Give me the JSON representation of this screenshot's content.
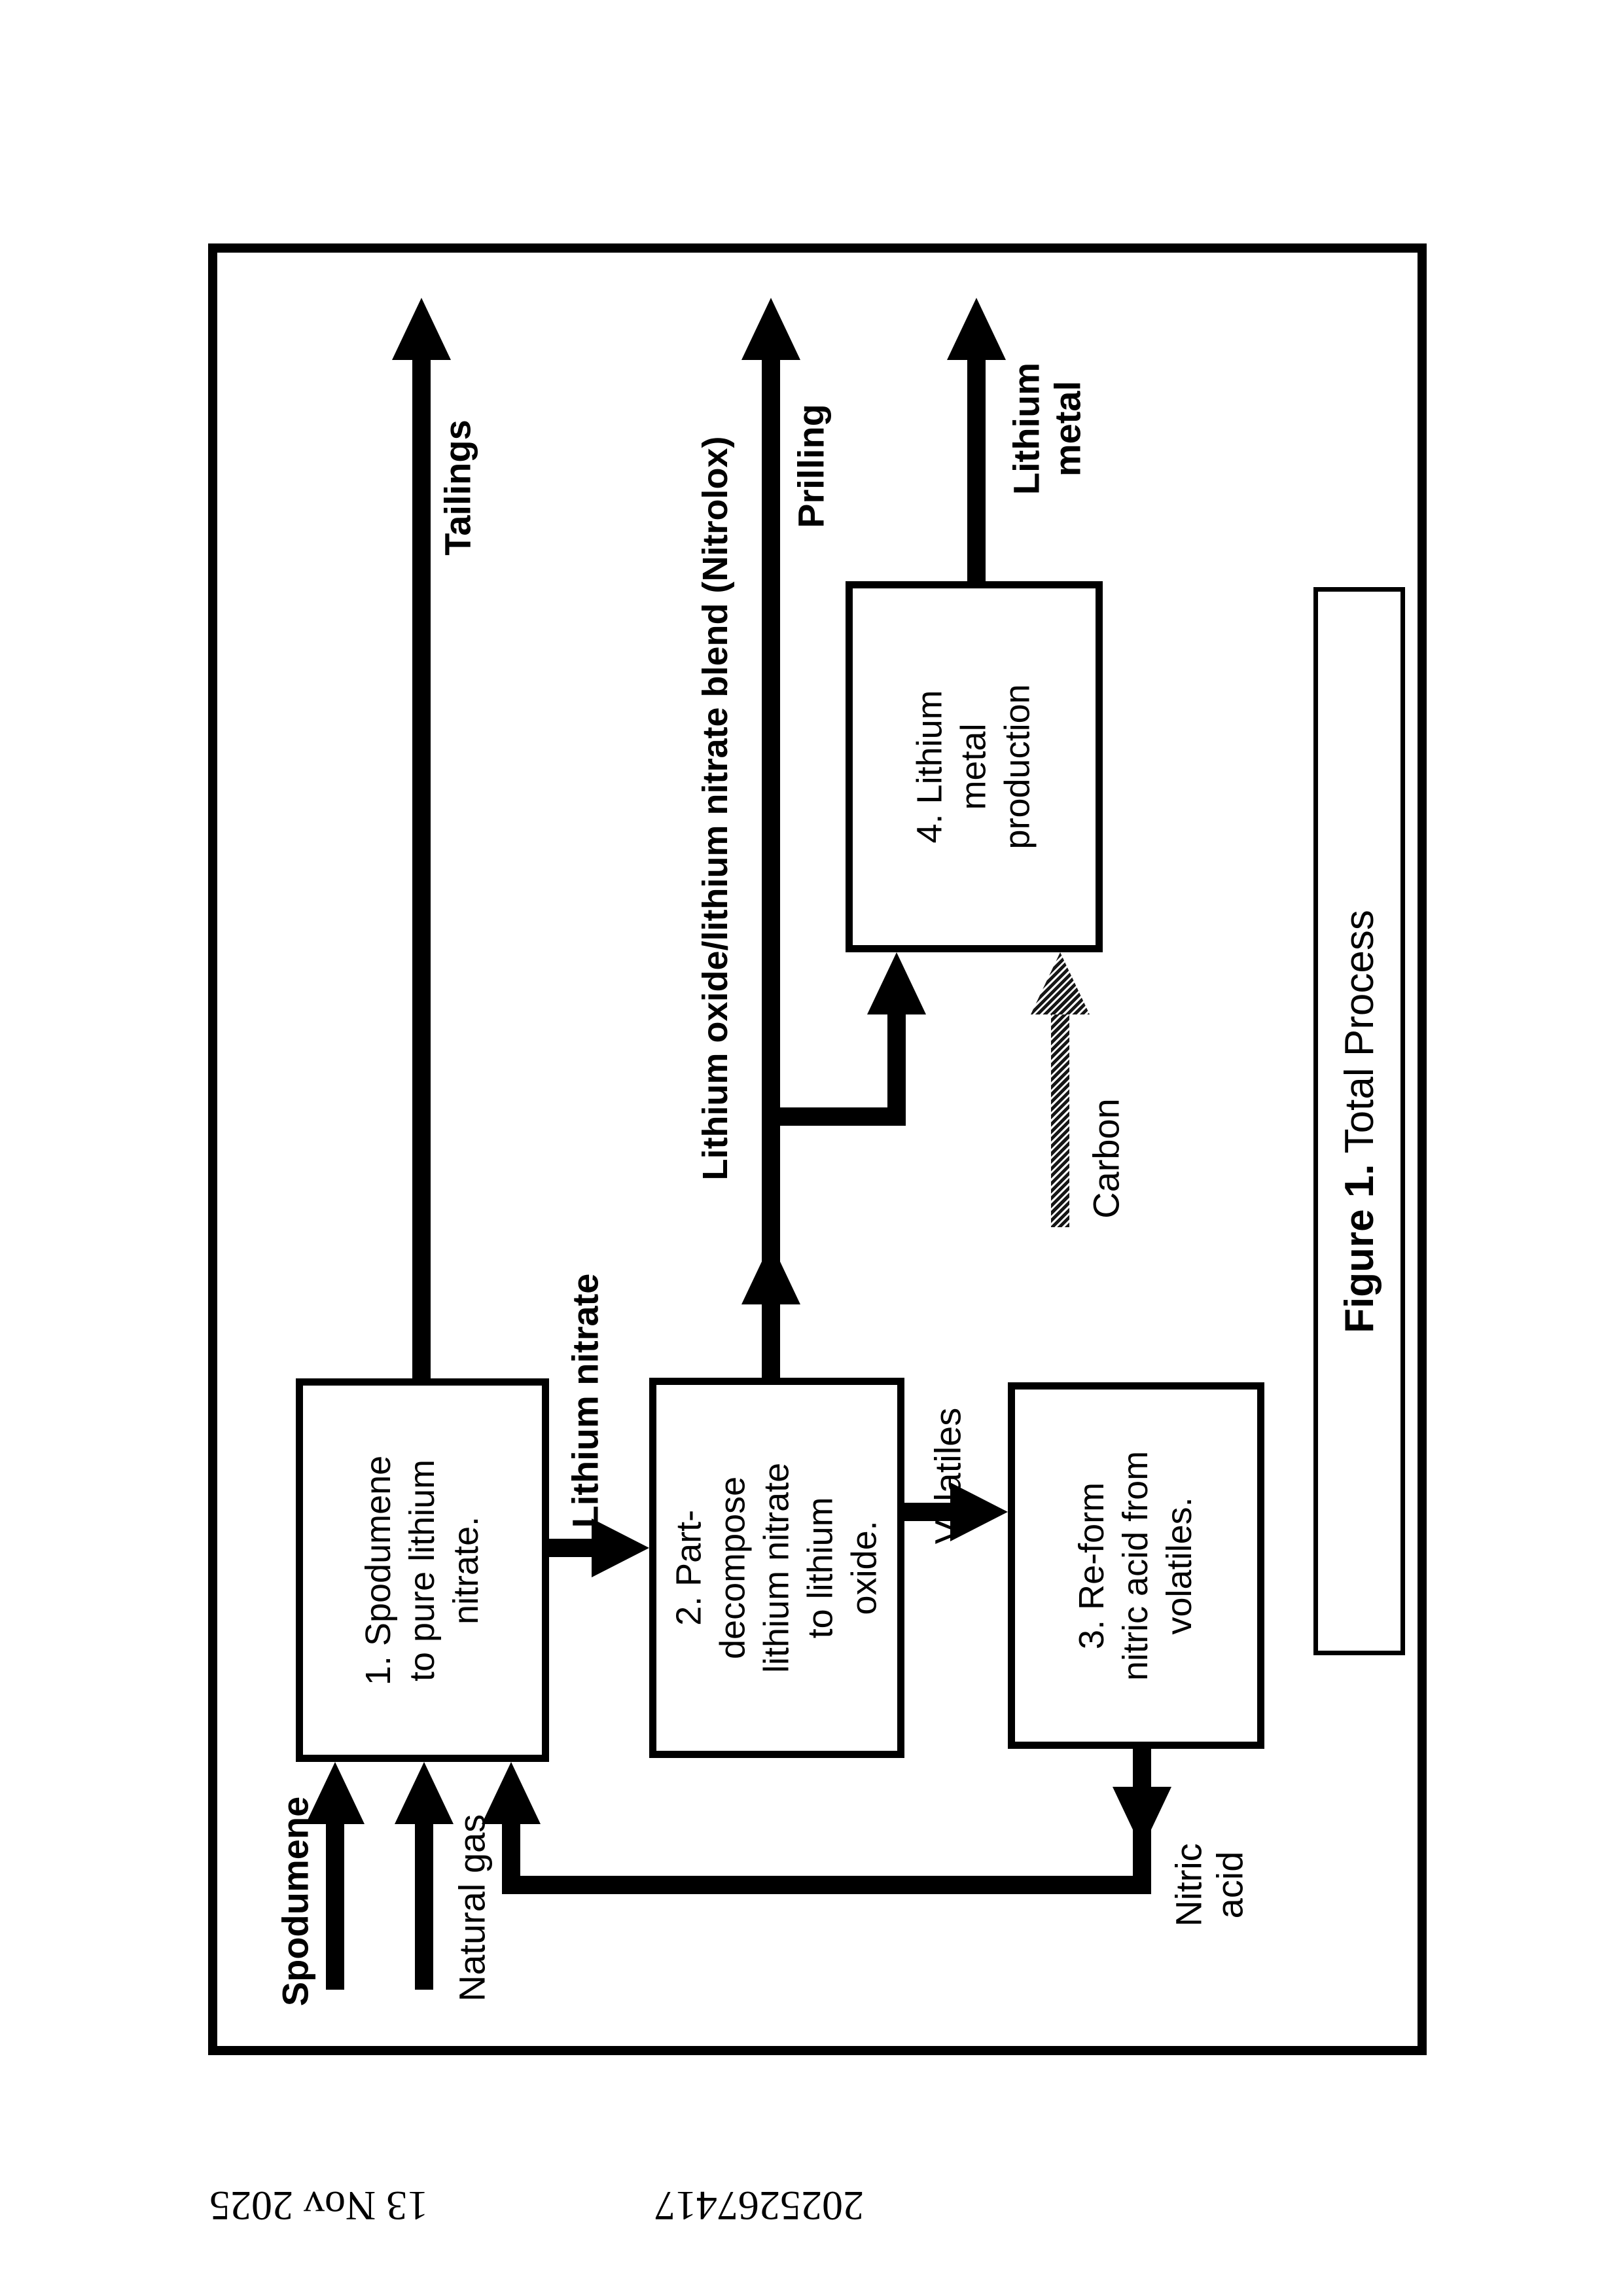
{
  "stamp": {
    "number": "2025267417",
    "date": "13 Nov 2025"
  },
  "figure": {
    "bold": "Figure 1.",
    "rest": " Total Process"
  },
  "boxes": [
    {
      "label": "1.  Spodumene\nto pure lithium\nnitrate."
    },
    {
      "label": "2.  Part-\ndecompose\nlithium nitrate\nto lithium oxide."
    },
    {
      "label": "3.  Re-form\nnitric acid from\nvolatiles."
    },
    {
      "label": "4.  Lithium\nmetal\nproduction"
    }
  ],
  "flows": {
    "spodumene": "Spodumene",
    "natural_gas": "Natural gas",
    "tailings": "Tailings",
    "lithium_nitrate": "Lithium nitrate",
    "nitrolox": "Lithium oxide/lithium nitrate blend (Nitrolox)",
    "prilling": "Prilling",
    "volatiles": "Volatiles",
    "nitric_acid": "Nitric\nacid",
    "carbon": "Carbon",
    "lithium_metal": "Lithium\nmetal"
  },
  "colors": {
    "ink": "#000000",
    "paper": "#ffffff"
  }
}
